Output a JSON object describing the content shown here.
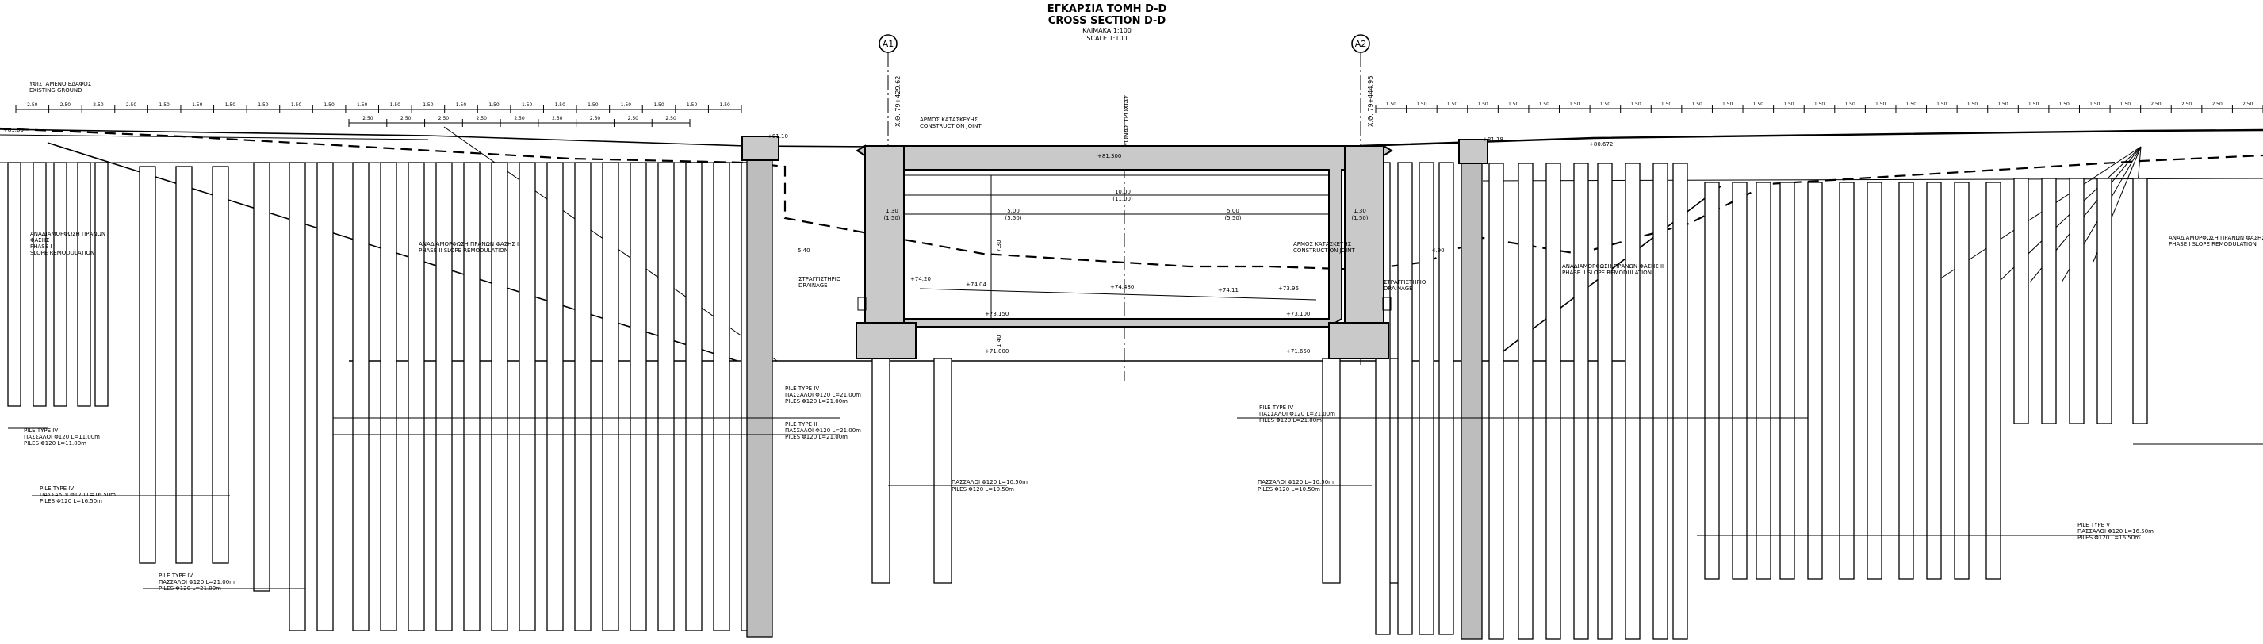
{
  "title": {
    "greek": "ΕΓΚΑΡΣΙΑ ΤΟΜΗ D-D",
    "english": "CROSS SECTION D-D",
    "scale_greek": "ΚΛΙΜΑΚΑ 1:100",
    "scale_english": "SCALE 1:100"
  },
  "axes": [
    {
      "id": "A1",
      "chainage": "Χ.Θ. 79+429.62"
    },
    {
      "id": "A2",
      "chainage": "Χ.Θ. 79+444.96"
    }
  ],
  "axis_road": "ΑΞΟΝΑΣ ΤΡΟΧΙΑΣ",
  "left_dims": [
    "2.50",
    "2.50",
    "2.50",
    "2.50",
    "1.50",
    "1.50",
    "1.50",
    "1.50",
    "1.50",
    "1.50",
    "1.50",
    "1.50",
    "1.50",
    "1.50",
    "1.50",
    "1.50",
    "1.50",
    "1.50",
    "1.50",
    "1.50",
    "1.50",
    "1.50"
  ],
  "left_dims2": [
    "2.50",
    "2.50",
    "2.50",
    "2.50",
    "2.50",
    "2.50",
    "2.50",
    "2.50",
    "2.50"
  ],
  "right_dims": [
    "1.50",
    "1.50",
    "1.50",
    "1.50",
    "1.50",
    "1.50",
    "1.50",
    "1.50",
    "1.50",
    "1.50",
    "1.50",
    "1.50",
    "1.50",
    "1.50",
    "1.50",
    "1.50",
    "1.50",
    "1.50",
    "1.50",
    "1.50",
    "1.50",
    "1.50",
    "1.50",
    "1.50",
    "1.50",
    "2.50",
    "2.50",
    "2.50",
    "2.50"
  ],
  "labels": {
    "existing_ground_gr": "ΥΦΙΣΤΑΜΕΝΟ ΕΔΑΦΟΣ",
    "existing_ground_en": "EXISTING GROUND",
    "level_left": "+81.00",
    "level_left2": "+81.10",
    "level_right": "+81.18",
    "level_right2": "+80.672",
    "slope_left_gr": "ΑΝΑΔΙΑΜΟΡΦΩΣΗ ΠΡΑΝΩΝ",
    "slope_left_gr2": "ΦΑΣΗΣ Ι",
    "slope_left_en": "PHASE I",
    "slope_left_en2": "SLOPE REMODULATION",
    "slope_temp_gr": "ΑΝΑΔΙΑΜΟΡΦΩΣΗ ΠΡΑΝΩΝ ΦΑΣΗΣ ΙΙ",
    "slope_temp_en": "PHASE II SLOPE REMODULATION",
    "slope_right_gr": "ΑΝΑΔΙΑΜΟΡΦΩΣΗ ΠΡΑΝΩΝ ΦΑΣΗΣ ΙΙ",
    "slope_right_en": "PHASE II SLOPE REMODULATION",
    "slope_far_gr": "ΑΝΑΔΙΑΜΟΡΦΩΣΗ ΠΡΑΝΩΝ ΦΑΣΗΣ Ι",
    "slope_far_en": "PHASE I SLOPE REMODULATION",
    "joint_gr": "ΑΡΜΟΣ ΚΑΤΑΣΚΕΥΗΣ",
    "joint_en": "CONSTRUCTION JOINT",
    "drainage_gr": "ΣΤΡΑΓΓΙΣΤΗΡΙΟ",
    "drainage_en": "DRAINAGE",
    "top_level": "+81.300",
    "span_main": "10.00",
    "span_main_sub": "(11.00)",
    "wall_left": "1.30",
    "wall_left_sub": "(1.50)",
    "wall_right": "1.30",
    "wall_right_sub": "(1.50)",
    "inner_left": "5.00",
    "inner_left_sub": "(5.50)",
    "inner_right": "5.00",
    "inner_right_sub": "(5.50)",
    "height_box": "7.30",
    "side_left": "5.40",
    "side_right": "4.90",
    "base_thk": "1.40",
    "lv1": "+74.20",
    "lv2": "+74.04",
    "lv3": "+74.480",
    "lv4": "+74.11",
    "lv5": "+73.96",
    "lv6": "+73.150",
    "lv7": "+73.100",
    "lv8": "+71.000",
    "lv9": "+71.650"
  },
  "piles": {
    "type4_a_gr": "PILE TYPE IV",
    "type4_a_en": "ΠΑΣΣΑΛΟΙ Φ120 L=11.00m",
    "type4_a_en2": "PILES Φ120 L=11.00m",
    "type4_b_gr": "PILE TYPE IV",
    "type4_b_en": "ΠΑΣΣΑΛΟΙ Φ120 L=16.50m",
    "type4_b_en2": "PILES Φ120 L=16.50m",
    "type4_c_gr": "PILE TYPE IV",
    "type4_c_en": "ΠΑΣΣΑΛΟΙ Φ120 L=21.00m",
    "type4_c_en2": "PILES Φ120 L=21.00m",
    "type4_d_gr": "PILE TYPE IV",
    "type4_d_en": "ΠΑΣΣΑΛΟΙ Φ120 L=21.00m",
    "type4_d_en2": "PILES Φ120 L=21.00m",
    "type2_gr": "PILE TYPE II",
    "type2_en": "ΠΑΣΣΑΛΟΙ Φ120 L=21.00m",
    "type2_en2": "PILES Φ120 L=21.00m",
    "center_left_gr": "ΠΑΣΣΑΛΟΙ Φ120 L=10.50m",
    "center_left_en": "PILES Φ120 L=10.50m",
    "center_right_gr": "ΠΑΣΣΑΛΟΙ Φ120 L=10.50m",
    "center_right_en": "PILES Φ120 L=10.50m",
    "right_a_gr": "PILE TYPE IV",
    "right_a_en": "ΠΑΣΣΑΛΟΙ Φ120 L=21.00m",
    "right_a_en2": "PILES Φ120 L=21.00m",
    "right_v_gr": "PILE TYPE V",
    "right_v_en": "ΠΑΣΣΑΛΟΙ Φ120 L=16.50m",
    "right_v_en2": "PILES Φ120 L=16.50m"
  }
}
